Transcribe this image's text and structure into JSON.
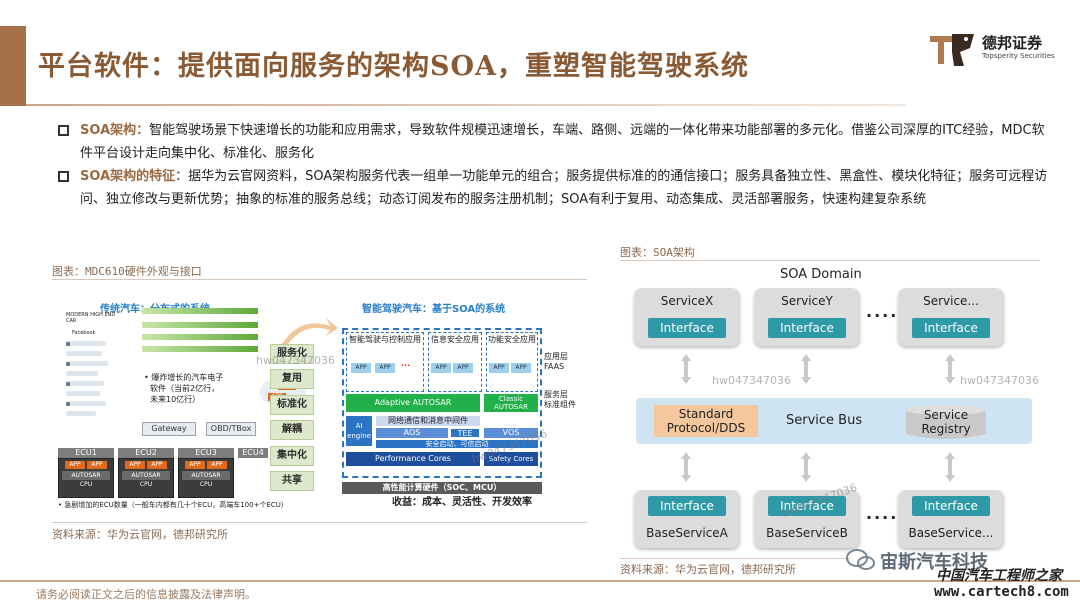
{
  "header": {
    "title": "平台软件：提供面向服务的架构SOA，重塑智能驾驶系统",
    "logo_cn": "德邦证券",
    "logo_en": "Topsperity Securities"
  },
  "bullets": [
    {
      "lead": "SOA架构：",
      "text": "智能驾驶场景下快速增长的功能和应用需求，导致软件规模迅速增长，车端、路侧、远端的一体化带来功能部署的多元化。借鉴公司深厚的ITC经验，MDC软件平台设计走向集中化、标准化、服务化"
    },
    {
      "lead": "SOA架构的特征：",
      "text": "据华为云官网资料，SOA架构服务代表一组单一功能单元的组合；服务提供标准的的通信接口；服务具备独立性、黑盒性、模块化特征；服务可远程访问、独立修改与更新优势；抽象的标准的服务总线；动态订阅发布的服务注册机制；SOA有利于复用、动态集成、灵活部署服务，快速构建复杂系统"
    }
  ],
  "left_figure": {
    "caption": "图表：MDC610硬件外观与接口",
    "source": "资料来源：华为云官网，德邦研究所",
    "traditional_title": "传统汽车：分布式的系统",
    "smart_title": "智能驾驶汽车：基于SOA的系统",
    "car_labels": [
      "MODERN HIGH END CAR",
      "Facebook"
    ],
    "note_explosion": [
      "• 爆炸增长的汽车电子",
      "软件（当前2亿行，",
      "未来10亿行）"
    ],
    "note_ecu": "• 急剧增加的ECU数量（一般车内都有几十个ECU，高端车100+个ECU）",
    "gateway": "Gateway",
    "obd": "OBD/TBox",
    "ecus": [
      "ECU1",
      "ECU2",
      "ECU3",
      "ECU4"
    ],
    "ecu_app": "APP",
    "ecu_autosar": "AUTOSAR",
    "ecu_cpu": "CPU",
    "tags": [
      "服务化",
      "复用",
      "标准化",
      "解耦",
      "集中化",
      "共享"
    ],
    "soa_cols": [
      "智能驾驶与控制应用",
      "信息安全应用",
      "功能安全应用"
    ],
    "soa_app": "APP",
    "app_layer": "应用层",
    "faas": "FAAS",
    "service_layer": "服务层",
    "standard_comp": "标准组件",
    "adaptive_autosar": "Adaptive AUTOSAR",
    "classic_autosar": "Classic AUTOSAR",
    "ai_engine": "AI engine",
    "network": "网络通信和消息中间件",
    "aos": "AOS",
    "tee": "TEE",
    "vos": "VOS",
    "safe_boot": "安全启动、可信启动",
    "performance_cores": "Performance Cores",
    "safety_cores": "Safety Cores",
    "hardware": "高性能计算硬件（SOC、MCU）",
    "gain": "收益：成本、灵活性、开发效率"
  },
  "right_figure": {
    "caption": "图表：SOA架构",
    "source": "资料来源：华为云官网，德邦研究所",
    "domain": "SOA Domain",
    "top_services": [
      "ServiceX",
      "ServiceY",
      "Service..."
    ],
    "bottom_services": [
      "BaseServiceA",
      "BaseServiceB",
      "BaseService..."
    ],
    "interface": "Interface",
    "dots": "····",
    "standard_protocol": "Standard Protocol/DDS",
    "service_bus": "Service Bus",
    "service_registry": "Service Registry"
  },
  "watermarks": [
    "hw047347036",
    "hw047347036",
    "hw047347036",
    "hw047347036",
    "hw047347036"
  ],
  "footer": {
    "disclaimer": "请务必阅读正文之后的信息披露及法律声明。",
    "wechat_name": "宙斯汽车科技",
    "site_cn": "中国汽车工程师之家",
    "site_url": "www.cartech8.com"
  },
  "colors": {
    "brand_brown": "#8a5a35",
    "interface_teal": "#2e9aa8",
    "bus_blue": "#cfe4f3",
    "protocol_orange": "#f5c79c",
    "autosar_green": "#22b04a",
    "soa_blue": "#2b73c4"
  }
}
